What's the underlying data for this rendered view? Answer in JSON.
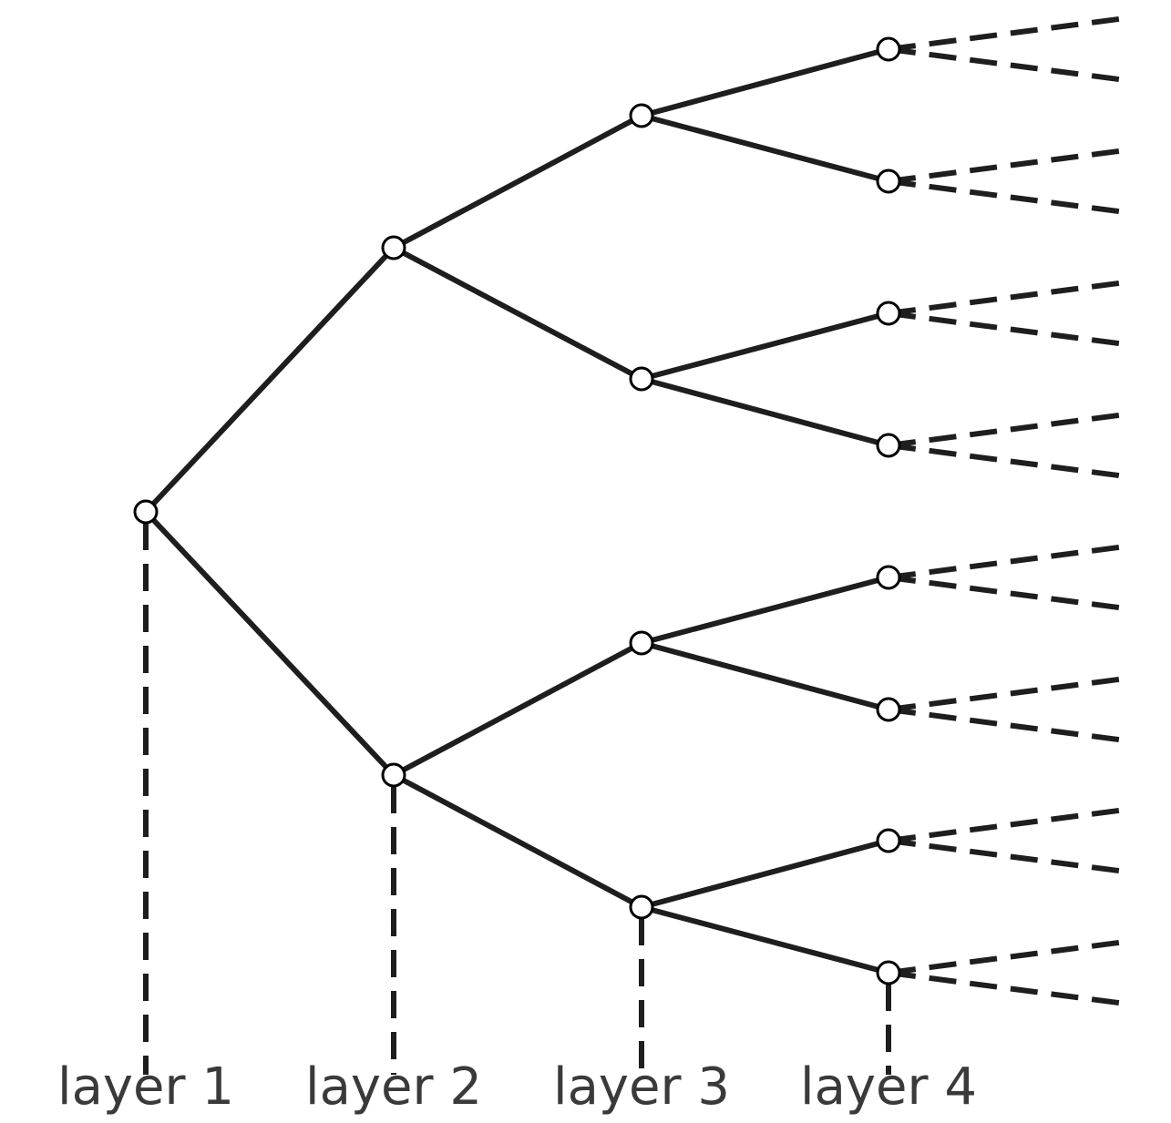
{
  "layers": [
    {
      "label": "layer 1",
      "nodes": 1
    },
    {
      "label": "layer 2",
      "nodes": 2
    },
    {
      "label": "layer 3",
      "nodes": 4
    },
    {
      "label": "layer 4",
      "nodes": 8
    }
  ],
  "branching_factor": 2,
  "continuation": "dashed",
  "colors": {
    "edge": "#1e1e1e",
    "node_fill": "#ffffff",
    "node_stroke": "#000000",
    "label": "#3a3a3a"
  }
}
